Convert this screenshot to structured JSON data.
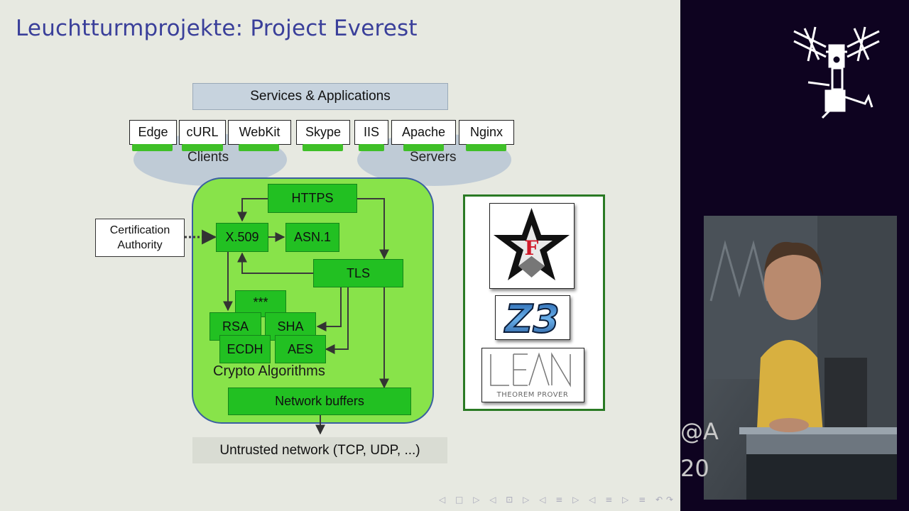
{
  "slide": {
    "title": "Leuchtturmprojekte: Project Everest",
    "services_banner": "Services & Applications",
    "clients": [
      "Edge",
      "cURL",
      "WebKit",
      "Skype"
    ],
    "servers": [
      "IIS",
      "Apache",
      "Nginx"
    ],
    "clients_label": "Clients",
    "servers_label": "Servers",
    "cert_authority": "Certification\nAuthority",
    "components": {
      "https": "HTTPS",
      "x509": "X.509",
      "asn1": "ASN.1",
      "tls": "TLS",
      "stars": "***",
      "rsa": "RSA",
      "sha": "SHA",
      "ecdh": "ECDH",
      "aes": "AES"
    },
    "crypto_label": "Crypto Algorithms",
    "network_buffers": "Network buffers",
    "untrusted_network": "Untrusted network (TCP, UDP, ...)",
    "tools": {
      "fstar_letter": "F",
      "z3": "Z3",
      "lean_wordmark": "LEAN",
      "lean_sub": "THEOREM PROVER"
    }
  },
  "side_text": "@A\n20",
  "colors": {
    "slide_bg": "#e7e9e1",
    "title": "#3a3f9a",
    "green_box": "#22c022",
    "green_region": "#88e34a",
    "region_border": "#3a5fa0",
    "banner": "#c7d3de",
    "ellipse": "#bfcbd6",
    "right_panel": "#0e0320"
  },
  "icons": [
    "space-station-logo",
    "fstar-logo",
    "z3-logo",
    "lean-logo",
    "presenter-video"
  ]
}
